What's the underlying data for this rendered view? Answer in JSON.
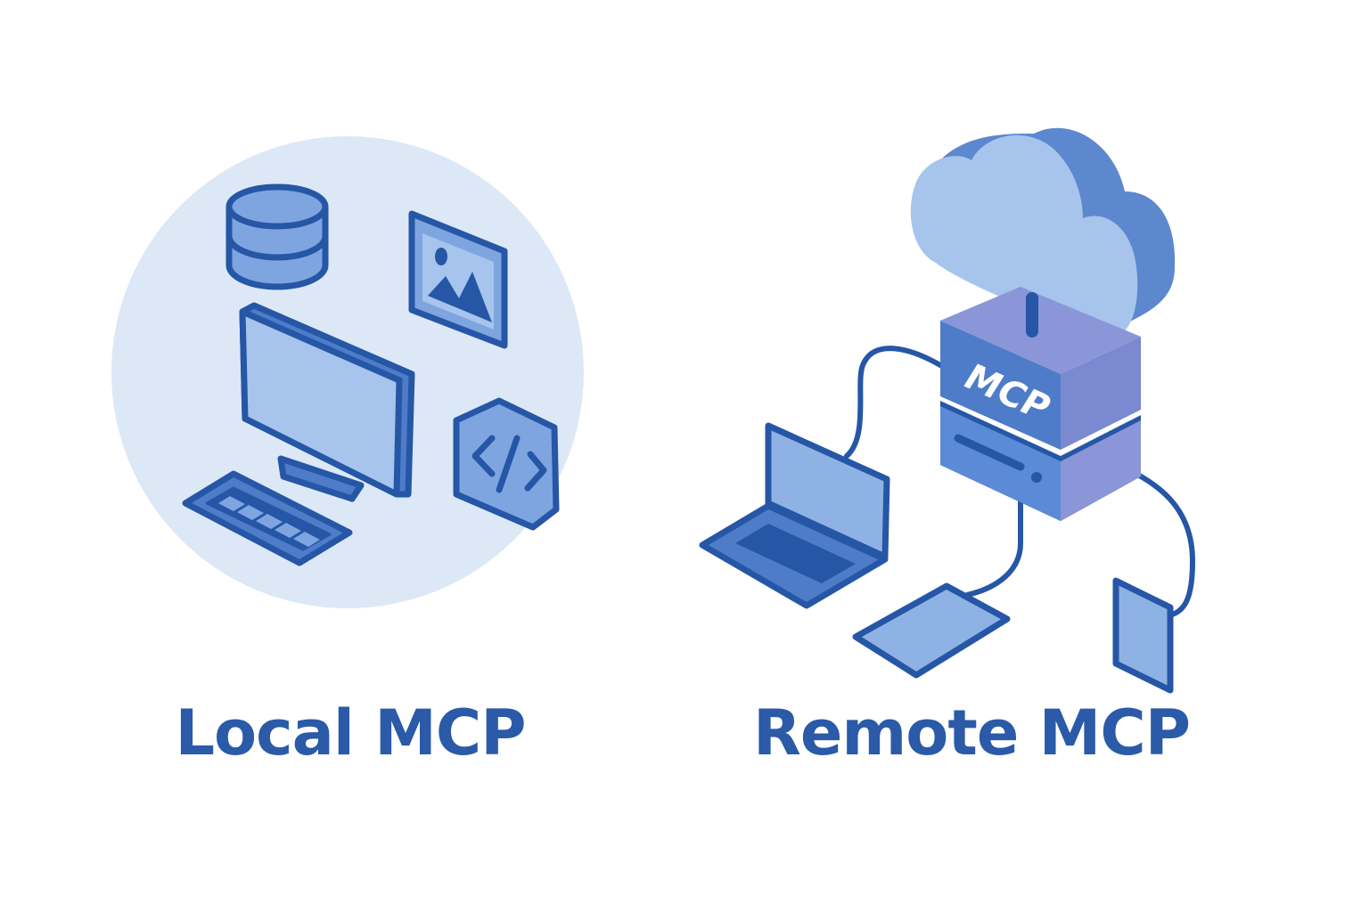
{
  "local": {
    "title": "Local MCP"
  },
  "remote": {
    "title": "Remote MCP",
    "server_label": "MCP"
  },
  "colors": {
    "stroke": "#2656a6",
    "light_fill": "#a6c4ec",
    "mid_fill": "#7ea5e0",
    "circle_bg": "#dce8f6",
    "server_side": "#8a96d8",
    "server_front": "#4f7cc8",
    "label": "#2a5aa8"
  }
}
